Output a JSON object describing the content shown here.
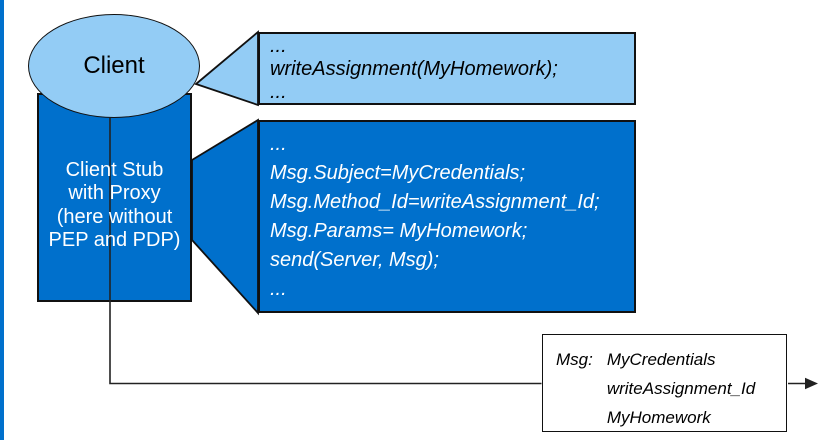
{
  "client": {
    "label": "Client"
  },
  "stub": {
    "lines": [
      "Client Stub",
      "with Proxy",
      "(here without",
      "PEP and PDP)"
    ]
  },
  "client_code": {
    "lines": [
      "...",
      "writeAssignment(MyHomework);",
      "..."
    ]
  },
  "stub_code": {
    "lines": [
      "...",
      "Msg.Subject=MyCredentials;",
      "Msg.Method_Id=writeAssignment_Id;",
      "Msg.Params= MyHomework;",
      "send(Server, Msg);",
      "..."
    ]
  },
  "message": {
    "label": "Msg:",
    "values": [
      "MyCredentials",
      "writeAssignment_Id",
      "MyHomework"
    ]
  },
  "colors": {
    "light_blue": "#93CCF5",
    "dark_blue": "#0070CC",
    "border": "#111111",
    "connector": "#222222"
  }
}
